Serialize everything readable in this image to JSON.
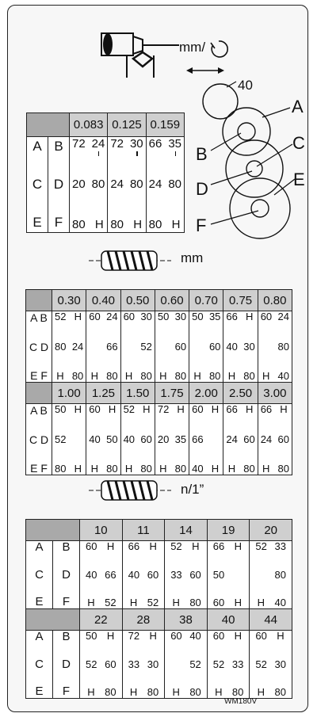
{
  "header": {
    "feed_unit": "mm/",
    "gear_labels": [
      "40",
      "A",
      "B",
      "C",
      "D",
      "E",
      "F"
    ]
  },
  "feed_table": {
    "headers": [
      "0.083",
      "0.125",
      "0.159"
    ],
    "row_labels": [
      [
        "A",
        "B"
      ],
      [
        "C",
        "D"
      ],
      [
        "E",
        "F"
      ]
    ],
    "cells": [
      [
        [
          "72",
          "24"
        ],
        [
          "20",
          "80"
        ],
        [
          "80",
          "H"
        ]
      ],
      [
        [
          "72",
          "30"
        ],
        [
          "24",
          "80"
        ],
        [
          "80",
          "H"
        ]
      ],
      [
        [
          "66",
          "35"
        ],
        [
          "24",
          "80"
        ],
        [
          "80",
          "H"
        ]
      ]
    ]
  },
  "metric_section": {
    "unit": "mm"
  },
  "metric_table_1": {
    "headers": [
      "0.30",
      "0.40",
      "0.50",
      "0.60",
      "0.70",
      "0.75",
      "0.80"
    ],
    "row_labels": [
      "A B",
      "C D",
      "E F"
    ],
    "cells": [
      [
        [
          "52",
          "H"
        ],
        [
          "80",
          "24"
        ],
        [
          "H",
          "80"
        ]
      ],
      [
        [
          "60",
          "24"
        ],
        [
          "",
          "66"
        ],
        [
          "H",
          "80"
        ]
      ],
      [
        [
          "60",
          "30"
        ],
        [
          "",
          "52"
        ],
        [
          "H",
          "80"
        ]
      ],
      [
        [
          "50",
          "30"
        ],
        [
          "",
          "60"
        ],
        [
          "H",
          "80"
        ]
      ],
      [
        [
          "50",
          "35"
        ],
        [
          "",
          "60"
        ],
        [
          "H",
          "80"
        ]
      ],
      [
        [
          "66",
          "H"
        ],
        [
          "40",
          "30"
        ],
        [
          "H",
          "80"
        ]
      ],
      [
        [
          "60",
          "24"
        ],
        [
          "",
          "80"
        ],
        [
          "H",
          "40"
        ]
      ]
    ]
  },
  "metric_table_2": {
    "headers": [
      "1.00",
      "1.25",
      "1.50",
      "1.75",
      "2.00",
      "2.50",
      "3.00"
    ],
    "row_labels": [
      "A B",
      "C D",
      "E F"
    ],
    "cells": [
      [
        [
          "50",
          "H"
        ],
        [
          "52",
          ""
        ],
        [
          "80",
          "H"
        ]
      ],
      [
        [
          "60",
          "H"
        ],
        [
          "40",
          "50"
        ],
        [
          "H",
          "80"
        ]
      ],
      [
        [
          "52",
          "H"
        ],
        [
          "40",
          "60"
        ],
        [
          "H",
          "80"
        ]
      ],
      [
        [
          "72",
          "H"
        ],
        [
          "20",
          "35"
        ],
        [
          "H",
          "80"
        ]
      ],
      [
        [
          "60",
          "H"
        ],
        [
          "66",
          ""
        ],
        [
          "40",
          "H"
        ]
      ],
      [
        [
          "66",
          "H"
        ],
        [
          "24",
          "60"
        ],
        [
          "H",
          "80"
        ]
      ],
      [
        [
          "66",
          "H"
        ],
        [
          "24",
          "60"
        ],
        [
          "H",
          "80"
        ]
      ]
    ]
  },
  "inch_section": {
    "unit": "n/1”"
  },
  "inch_table_1": {
    "headers": [
      "10",
      "11",
      "14",
      "19",
      "20"
    ],
    "row_labels": [
      [
        "A",
        "B"
      ],
      [
        "C",
        "D"
      ],
      [
        "E",
        "F"
      ]
    ],
    "cells": [
      [
        [
          "60",
          "H"
        ],
        [
          "40",
          "66"
        ],
        [
          "H",
          "52"
        ]
      ],
      [
        [
          "66",
          "H"
        ],
        [
          "40",
          "60"
        ],
        [
          "H",
          "52"
        ]
      ],
      [
        [
          "52",
          "H"
        ],
        [
          "33",
          "60"
        ],
        [
          "H",
          "80"
        ]
      ],
      [
        [
          "66",
          "H"
        ],
        [
          "50",
          ""
        ],
        [
          "60",
          "H"
        ]
      ],
      [
        [
          "52",
          "33"
        ],
        [
          "",
          "80"
        ],
        [
          "H",
          "40"
        ]
      ]
    ]
  },
  "inch_table_2": {
    "headers": [
      "22",
      "28",
      "38",
      "40",
      "44"
    ],
    "row_labels": [
      [
        "A",
        "B"
      ],
      [
        "C",
        "D"
      ],
      [
        "E",
        "F"
      ]
    ],
    "cells": [
      [
        [
          "50",
          "H"
        ],
        [
          "52",
          "60"
        ],
        [
          "H",
          "80"
        ]
      ],
      [
        [
          "72",
          "H"
        ],
        [
          "33",
          "30"
        ],
        [
          "H",
          "80"
        ]
      ],
      [
        [
          "60",
          "40"
        ],
        [
          "",
          "52"
        ],
        [
          "H",
          "80"
        ]
      ],
      [
        [
          "60",
          "H"
        ],
        [
          "52",
          "33"
        ],
        [
          "H",
          "80"
        ]
      ],
      [
        [
          "60",
          "H"
        ],
        [
          "52",
          "30"
        ],
        [
          "H",
          "80"
        ]
      ]
    ]
  },
  "footer": {
    "code": "WM180V"
  }
}
